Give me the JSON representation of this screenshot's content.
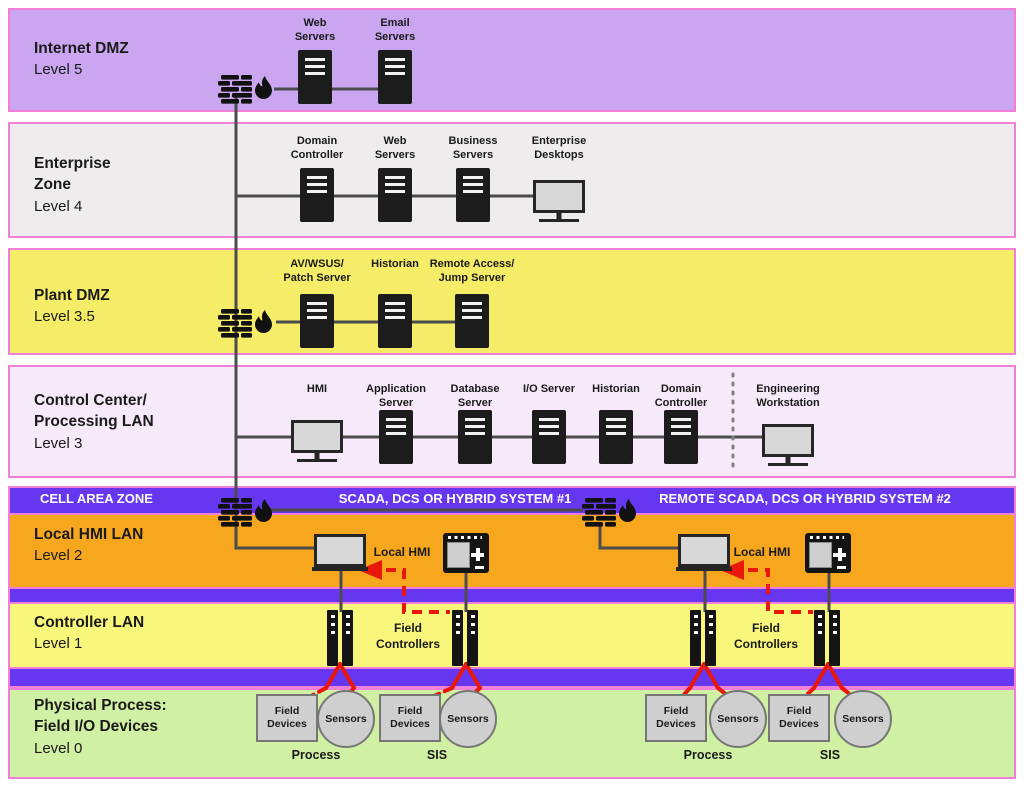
{
  "zones": [
    {
      "name": "Internet DMZ",
      "level": "Level 5"
    },
    {
      "name": "Enterprise\nZone",
      "level": "Level 4"
    },
    {
      "name": "Plant DMZ",
      "level": "Level 3.5"
    },
    {
      "name": "Control Center/\nProcessing LAN",
      "level": "Level 3"
    },
    {
      "name": "Local HMI LAN",
      "level": "Level 2"
    },
    {
      "name": "Controller LAN",
      "level": "Level 1"
    },
    {
      "name": "Physical Process:\nField I/O Devices",
      "level": "Level 0"
    }
  ],
  "cell_area": {
    "label": "CELL AREA ZONE",
    "system1": "SCADA, DCS OR HYBRID SYSTEM #1",
    "system2": "REMOTE SCADA, DCS OR HYBRID SYSTEM #2"
  },
  "devices": {
    "level5": [
      "Web\nServers",
      "Email\nServers"
    ],
    "level4": [
      "Domain\nController",
      "Web\nServers",
      "Business\nServers",
      "Enterprise\nDesktops"
    ],
    "level35": [
      "AV/WSUS/\nPatch Server",
      "Historian",
      "Remote Access/\nJump Server"
    ],
    "level3": [
      "HMI",
      "Application\nServer",
      "Database\nServer",
      "I/O Server",
      "Historian",
      "Domain\nController",
      "Engineering\nWorkstation"
    ],
    "level2": {
      "local_hmi": "Local HMI"
    },
    "level1": {
      "field_controllers": "Field\nControllers"
    },
    "level0": {
      "field_devices": "Field\nDevices",
      "sensors": "Sensors",
      "process": "Process",
      "sis": "SIS"
    }
  },
  "icons": {
    "firewall": "firewall-icon",
    "server": "server-icon",
    "monitor": "monitor-icon",
    "hmi_panel": "hmi-panel-icon",
    "red_arrow": "red-arrow-icon"
  },
  "colors": {
    "level5_band": "#c9a6ef",
    "level4_band": "#efeced",
    "level35_band": "#f5ec67",
    "level3_band": "#f6e9f9",
    "cell_area_band": "#6636f0",
    "level2_band": "#f7a71e",
    "level1_band": "#f9f67c",
    "level0_band": "#d0f0a4",
    "band_border": "#f07fd8",
    "network_line": "#4c4c4c",
    "alert_red": "#e8170a",
    "cell_text": "#ffffff"
  }
}
